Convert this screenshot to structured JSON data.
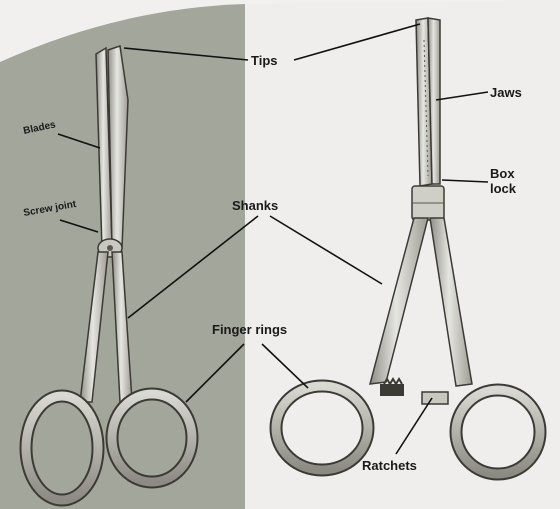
{
  "labels": {
    "tips": "Tips",
    "jaws": "Jaws",
    "blades": "Blades",
    "screw_joint": "Screw joint",
    "shanks": "Shanks",
    "box_lock_line1": "Box",
    "box_lock_line2": "lock",
    "finger_rings": "Finger rings",
    "ratchets": "Ratchets"
  },
  "colors": {
    "left_panel": "#a3a69a",
    "right_panel": "#efeeec",
    "steel_light": "#dcdcd6",
    "steel_dark": "#3c3a35",
    "label_text": "#1a1a1a"
  },
  "icons": {
    "left_instrument": "scissors-icon",
    "right_instrument": "hemostat-forceps-icon"
  }
}
